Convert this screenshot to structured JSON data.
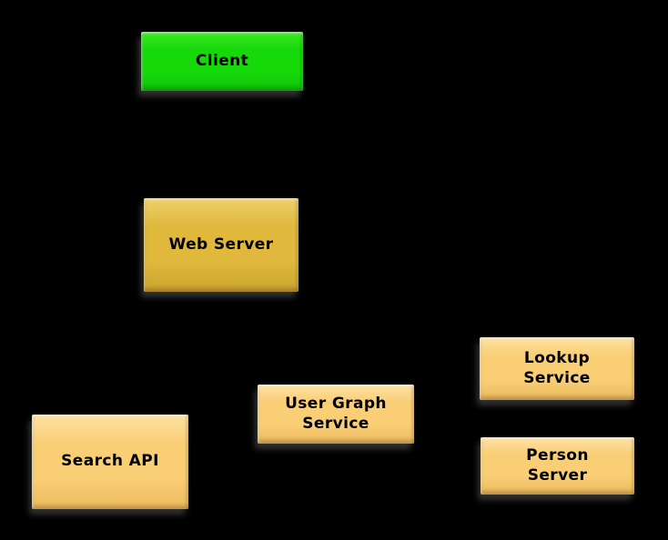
{
  "diagram": {
    "background_color": "#000000",
    "label_text_color": "#000000",
    "nodes": [
      {
        "id": "client",
        "label": "Client",
        "label_lines": [
          "Client"
        ],
        "fill": "#16d90a",
        "fill_light": "#3ce824",
        "fill_dark": "#0ec406"
      },
      {
        "id": "web-server",
        "label": "Web Server",
        "label_lines": [
          "Web Server"
        ],
        "fill": "#dfb83c",
        "fill_light": "#edd06e",
        "fill_dark": "#cba32f"
      },
      {
        "id": "search-api",
        "label": "Search API",
        "label_lines": [
          "Search API"
        ],
        "fill": "#f9ce75",
        "fill_light": "#fde2a4",
        "fill_dark": "#edba5c"
      },
      {
        "id": "user-graph-service",
        "label": "User Graph Service",
        "label_lines": [
          "User Graph",
          "Service"
        ],
        "fill": "#f9ce75",
        "fill_light": "#fde2a4",
        "fill_dark": "#edba5c"
      },
      {
        "id": "lookup-service",
        "label": "Lookup Service",
        "label_lines": [
          "Lookup",
          "Service"
        ],
        "fill": "#f9ce75",
        "fill_light": "#fde2a4",
        "fill_dark": "#edba5c"
      },
      {
        "id": "person-server",
        "label": "Person Server",
        "label_lines": [
          "Person",
          "Server"
        ],
        "fill": "#f9ce75",
        "fill_light": "#fde2a4",
        "fill_dark": "#edba5c"
      }
    ]
  }
}
